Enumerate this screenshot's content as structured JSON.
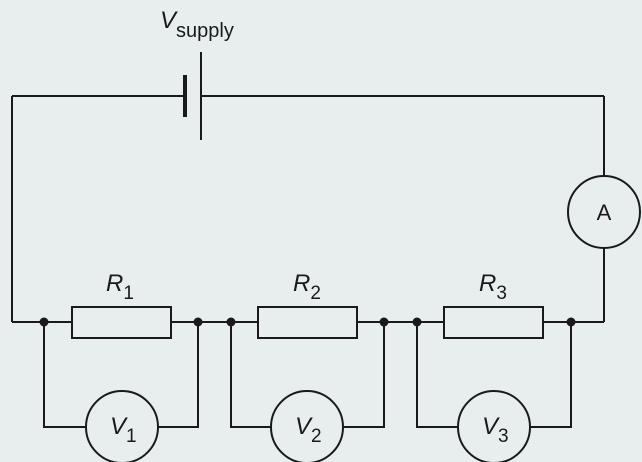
{
  "supply": {
    "symbol": "V",
    "subscript": "supply"
  },
  "ammeter": {
    "symbol": "A"
  },
  "resistors": [
    {
      "symbol": "R",
      "subscript": "1"
    },
    {
      "symbol": "R",
      "subscript": "2"
    },
    {
      "symbol": "R",
      "subscript": "3"
    }
  ],
  "voltmeters": [
    {
      "symbol": "V",
      "subscript": "1"
    },
    {
      "symbol": "V",
      "subscript": "2"
    },
    {
      "symbol": "V",
      "subscript": "3"
    }
  ],
  "colors": {
    "background": "#e8eeee",
    "ink": "#1a1a1a"
  }
}
